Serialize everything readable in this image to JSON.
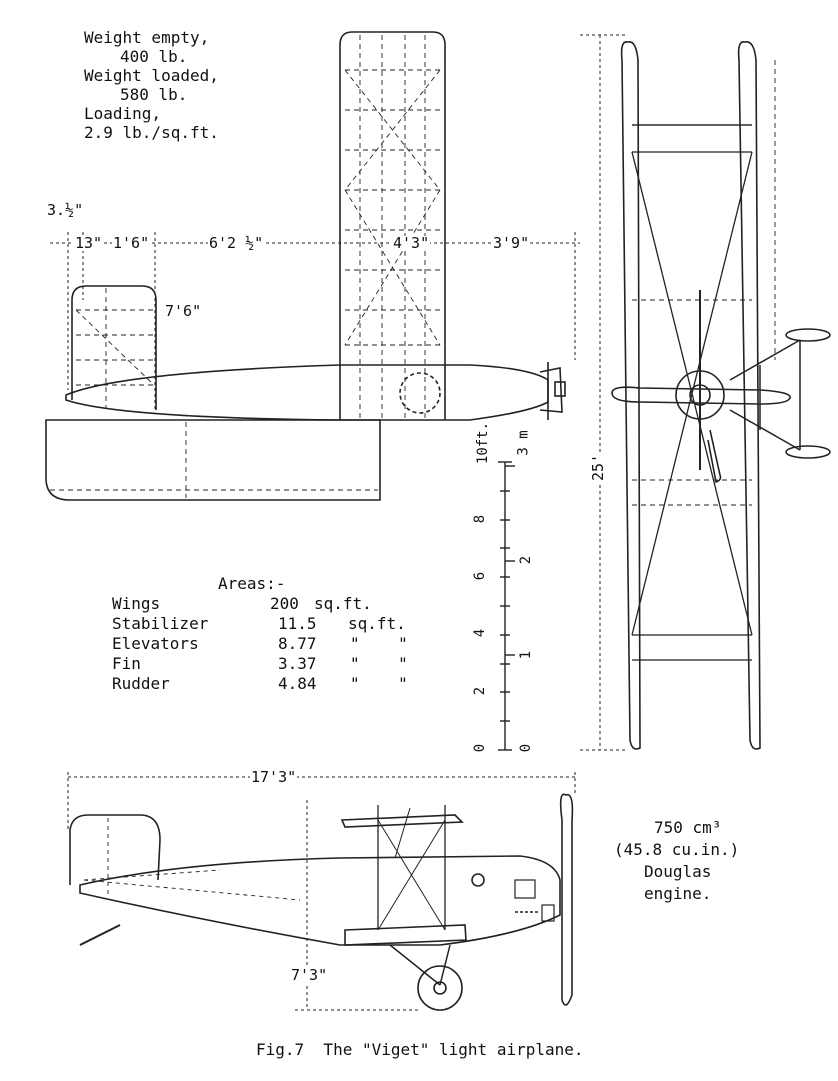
{
  "specs": {
    "weight_empty_label": "Weight empty,",
    "weight_empty_value": "400 lb.",
    "weight_loaded_label": "Weight loaded,",
    "weight_loaded_value": "580 lb.",
    "loading_label": "Loading,",
    "loading_value": "2.9 lb./sq.ft."
  },
  "dimensions": {
    "top_small": "3.½\"",
    "d1": "13\"",
    "d2": "1'6\"",
    "d3": "6'2 ½\"",
    "d4": "4'3\"",
    "d5": "3'9\"",
    "stab_span": "7'6\"",
    "span": "25'",
    "length": "17'3\"",
    "height": "7'3\""
  },
  "areas": {
    "heading": "Areas:-",
    "rows": [
      {
        "name": "Wings",
        "value": "200",
        "unit": "sq.ft."
      },
      {
        "name": "Stabilizer",
        "value": "11.5",
        "unit": "sq.ft."
      },
      {
        "name": "Elevators",
        "value": "8.77",
        "unit": "\"    \""
      },
      {
        "name": "Fin",
        "value": "3.37",
        "unit": "\"    \""
      },
      {
        "name": "Rudder",
        "value": "4.84",
        "unit": "\"    \""
      }
    ]
  },
  "scale": {
    "ft_label": "10ft.",
    "ft_ticks": [
      "8",
      "6",
      "4",
      "2",
      "0"
    ],
    "m_label": "3 m",
    "m_ticks": [
      "2",
      "1",
      "0"
    ]
  },
  "engine": {
    "line1": "750 cm³",
    "line2": "(45.8 cu.in.)",
    "line3": "Douglas",
    "line4": "engine."
  },
  "caption": "Fig.7  The \"Viget\" light airplane."
}
